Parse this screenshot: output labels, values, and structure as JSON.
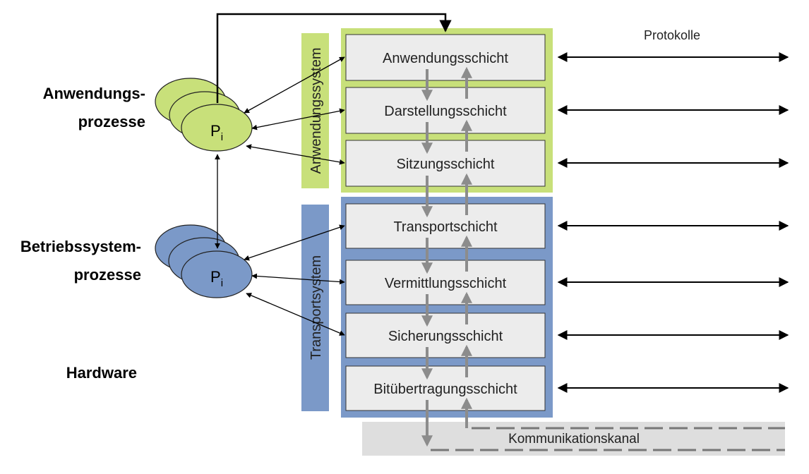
{
  "side_labels": {
    "anwendung_line1": "Anwendungs-",
    "anwendung_line2": "prozesse",
    "betrieb_line1": "Betriebssystem-",
    "betrieb_line2": "prozesse",
    "hardware": "Hardware"
  },
  "process": {
    "symbol": "P",
    "subscript": "i"
  },
  "groups": {
    "anwendungssystem": "Anwendungssystem",
    "transportsystem": "Transportsystem"
  },
  "layers": [
    "Anwendungsschicht",
    "Darstellungsschicht",
    "Sitzungsschicht",
    "Transportschicht",
    "Vermittlungsschicht",
    "Sicherungsschicht",
    "Bitübertragungsschicht"
  ],
  "protocols_label": "Protokolle",
  "channel_label": "Kommunikationskanal",
  "colors": {
    "green": "#c8e07a",
    "blue": "#7b99c8",
    "layer_fill": "#ececec",
    "arrow_gray": "#8c8c8c",
    "channel_fill": "#dedede"
  }
}
